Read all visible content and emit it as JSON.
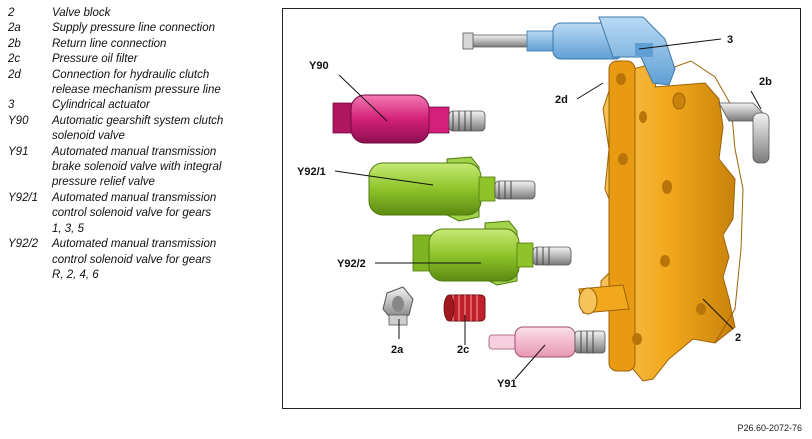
{
  "legend": [
    {
      "code": "2",
      "text": "Valve block"
    },
    {
      "code": "2a",
      "text": "Supply pressure line connection"
    },
    {
      "code": "2b",
      "text": "Return line connection"
    },
    {
      "code": "2c",
      "text": "Pressure oil filter"
    },
    {
      "code": "2d",
      "text": "Connection for hydraulic clutch\nrelease mechanism pressure line"
    },
    {
      "code": "3",
      "text": "Cylindrical actuator"
    },
    {
      "code": "Y90",
      "text": "Automatic gearshift system clutch\nsolenoid valve"
    },
    {
      "code": "Y91",
      "text": "Automated manual transmission\nbrake solenoid valve with integral\npressure relief valve"
    },
    {
      "code": "Y92/1",
      "text": "Automated manual transmission\ncontrol solenoid valve for gears\n1, 3, 5"
    },
    {
      "code": "Y92/2",
      "text": "Automated manual transmission\ncontrol solenoid valve for gears\nR, 2, 4, 6"
    }
  ],
  "diagram": {
    "labels": {
      "l3": "3",
      "l2b": "2b",
      "lY90": "Y90",
      "l2d": "2d",
      "lY921": "Y92/1",
      "lY922": "Y92/2",
      "l2": "2",
      "l2a": "2a",
      "l2c": "2c",
      "lY91": "Y91"
    },
    "colors": {
      "valve_block": "#f2a81c",
      "valve_block_dark": "#b87408",
      "actuator": "#7fb8e6",
      "y90": "#d4207a",
      "y92": "#8ec42a",
      "y91": "#f4b6cc",
      "filter": "#c0202a",
      "metal": "#b8b8b8"
    }
  },
  "reference_code": "P26.60-2072-76"
}
